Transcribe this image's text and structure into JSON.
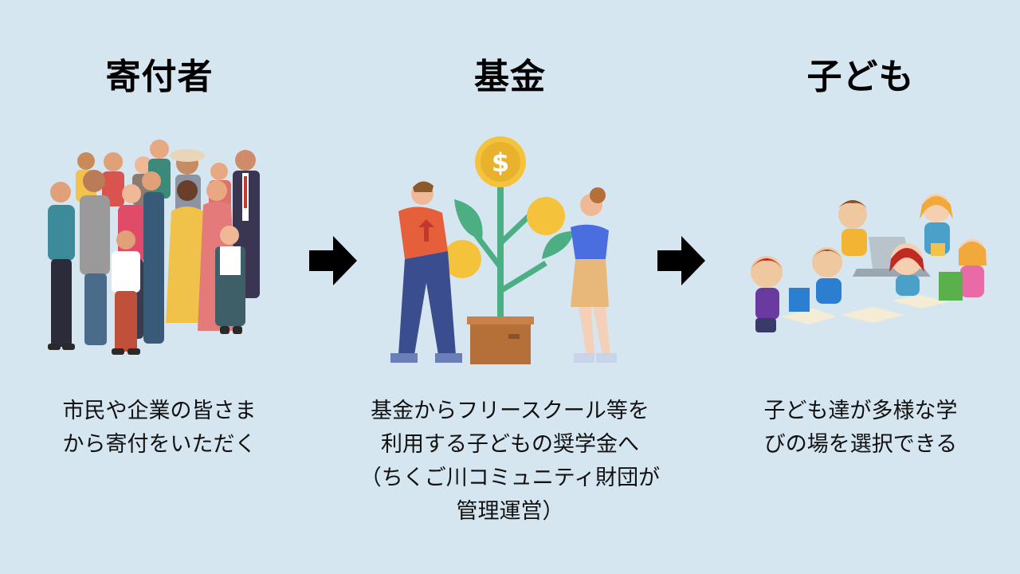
{
  "columns": [
    {
      "heading": "寄付者",
      "illustration": "crowd-of-people",
      "caption_lines": [
        "市民や企業の皆さま",
        "から寄付をいただく"
      ]
    },
    {
      "heading": "基金",
      "illustration": "money-tree-with-coins",
      "caption_lines": [
        "基金からフリースクール等を",
        "利用する子どもの奨学金へ",
        "（ちくご川コミュニティ財団が",
        "管理運営）"
      ]
    },
    {
      "heading": "子ども",
      "illustration": "children-learning",
      "caption_lines": [
        "子ども達が多様な学",
        "びの場を選択できる"
      ]
    }
  ],
  "arrows": [
    "right-arrow-icon",
    "right-arrow-icon"
  ],
  "colors": {
    "background": "#d6e6f0",
    "arrow": "#000000",
    "coin": "#f5c33b",
    "stem": "#4caf84",
    "pot": "#b5703a"
  }
}
